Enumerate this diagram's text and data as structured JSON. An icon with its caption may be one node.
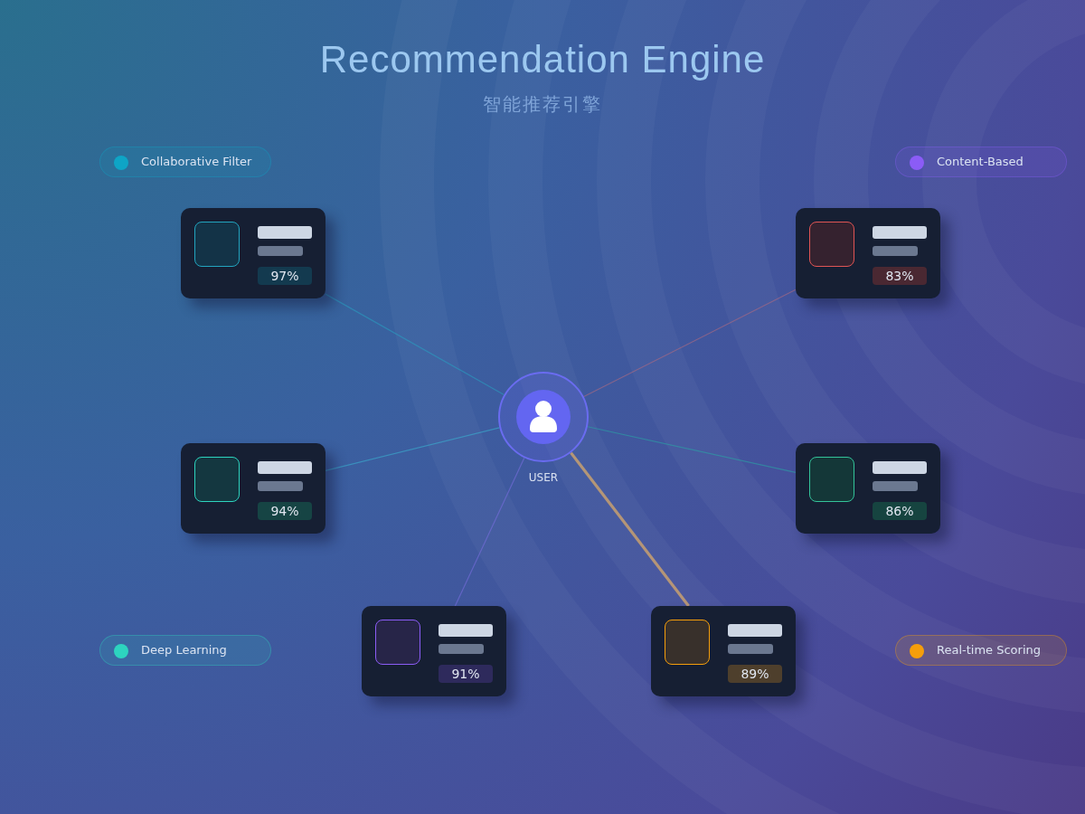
{
  "diagram": {
    "title": "Recommendation Engine",
    "nodes": [
      {
        "text": [
          "97%"
        ]
      },
      {
        "text": [
          "83%"
        ]
      },
      {
        "text": [],
        "shape": "circle",
        "beside": [
          "USER"
        ]
      },
      {
        "text": [
          "94%"
        ]
      },
      {
        "text": [
          "86%"
        ]
      },
      {
        "text": [
          "91%"
        ]
      },
      {
        "text": [
          "89%"
        ]
      }
    ],
    "edges": [
      {
        "from": 2,
        "to": 0,
        "arrow": "none",
        "color": "#2a9dc0"
      },
      {
        "from": 2,
        "to": 1,
        "arrow": "none",
        "color": "#b06a80"
      },
      {
        "from": 2,
        "to": 3,
        "arrow": "none",
        "color": "#3bb0d0"
      },
      {
        "from": 2,
        "to": 4,
        "arrow": "none",
        "color": "#2aa5a5"
      },
      {
        "from": 2,
        "to": 5,
        "arrow": "none",
        "color": "#7a6ee0"
      },
      {
        "from": 2,
        "to": 6,
        "arrow": "none",
        "color": "#c8a070",
        "style": "thick"
      }
    ],
    "labels": [
      "智能推荐引擎"
    ],
    "legend": [
      {
        "text": "Collaborative Filter",
        "color": "#0ea5c6"
      },
      {
        "text": "Content-Based",
        "color": "#8b5cf6"
      },
      {
        "text": "Deep Learning",
        "color": "#2dd4bf"
      },
      {
        "text": "Real-time Scoring",
        "color": "#f59e0b"
      }
    ]
  }
}
